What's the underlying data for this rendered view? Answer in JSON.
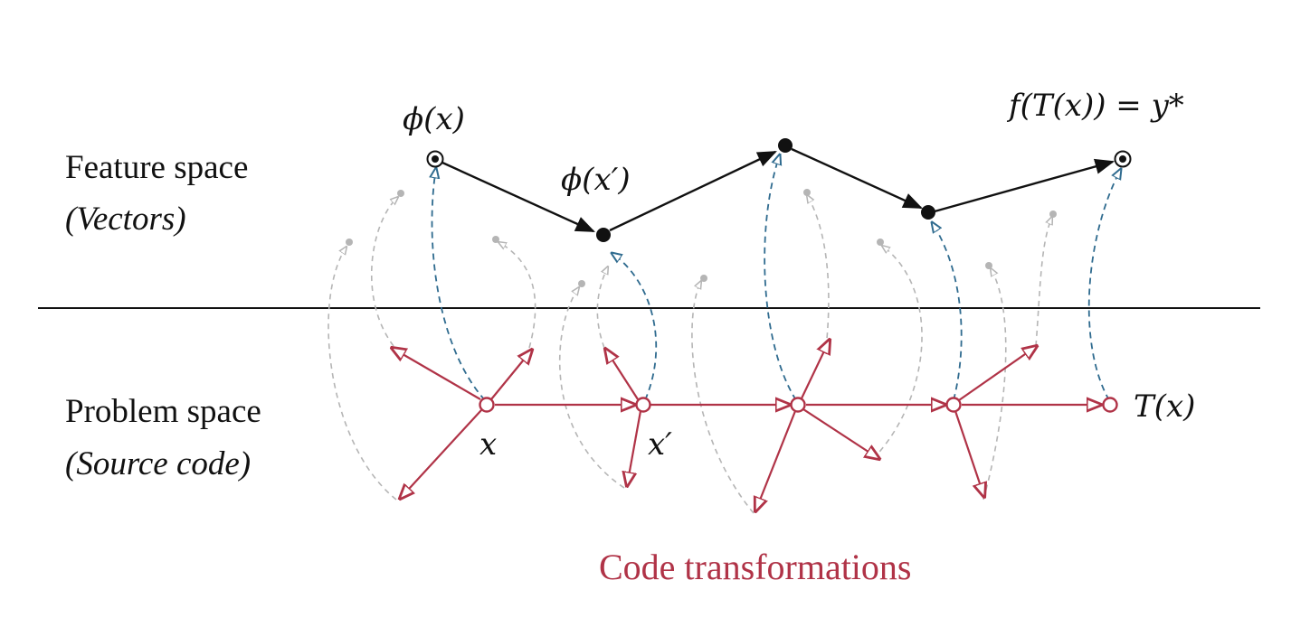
{
  "labels": {
    "feature_space": "Feature space",
    "feature_space_sub": "(Vectors)",
    "problem_space": "Problem space",
    "problem_space_sub": "(Source code)",
    "caption": "Code transformations"
  },
  "math": {
    "phi_x": "ϕ(x)",
    "phi_x_prime": "ϕ(x′)",
    "f_T_x": "f(T(x)) = y*",
    "x": "x",
    "x_prime": "x′",
    "T_x": "T(x)"
  },
  "colors": {
    "red": "#b03347",
    "blue_dashed": "#2f6b8f",
    "gray_dashed": "#b5b5b5",
    "black": "#111111"
  }
}
